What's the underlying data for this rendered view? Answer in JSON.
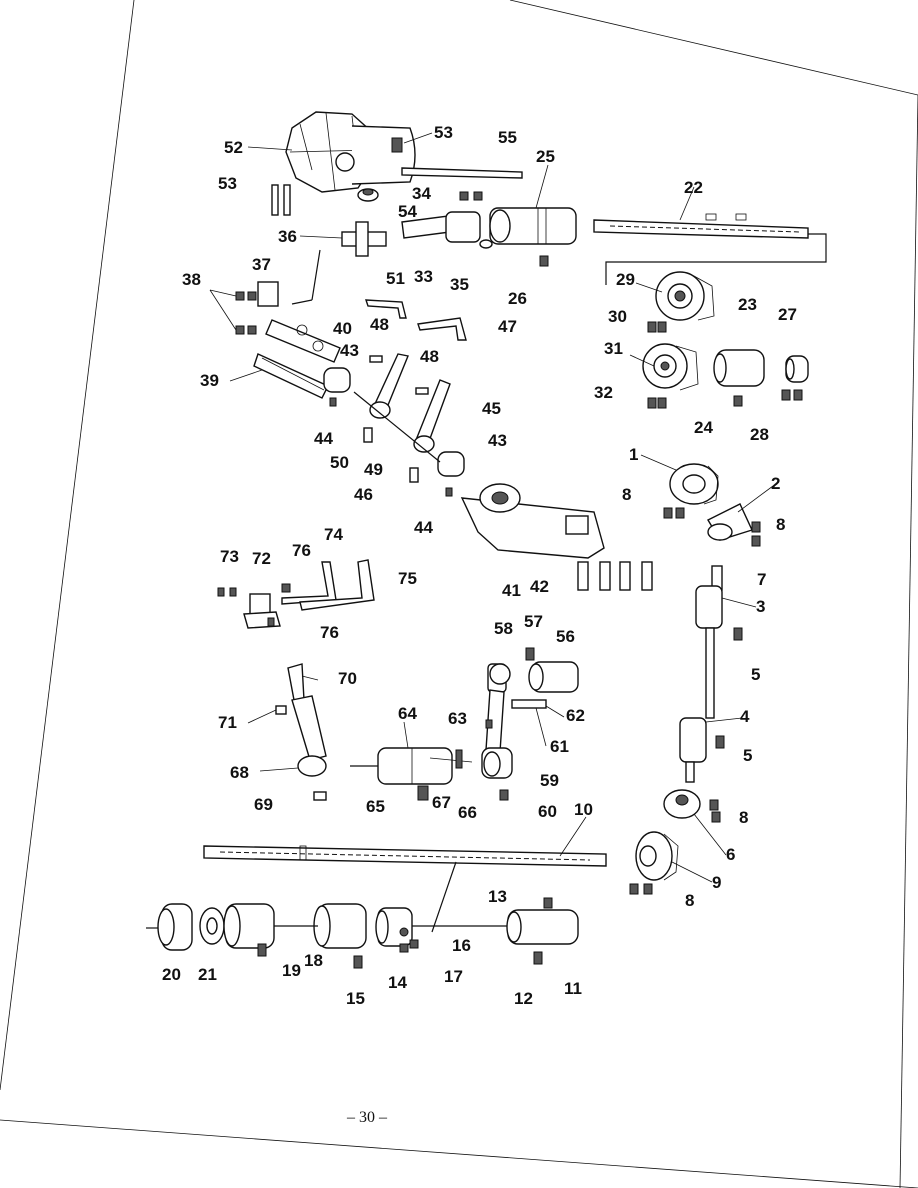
{
  "page_number": "– 30 –",
  "callouts": [
    "1",
    "2",
    "3",
    "4",
    "5",
    "6",
    "7",
    "8",
    "9",
    "10",
    "11",
    "12",
    "13",
    "14",
    "15",
    "16",
    "17",
    "18",
    "19",
    "20",
    "21",
    "22",
    "23",
    "24",
    "25",
    "26",
    "27",
    "28",
    "29",
    "30",
    "31",
    "32",
    "33",
    "34",
    "35",
    "36",
    "37",
    "38",
    "39",
    "40",
    "41",
    "42",
    "43",
    "44",
    "45",
    "46",
    "47",
    "48",
    "49",
    "50",
    "51",
    "52",
    "53",
    "54",
    "55",
    "56",
    "57",
    "58",
    "59",
    "60",
    "61",
    "62",
    "63",
    "64",
    "65",
    "66",
    "67",
    "68",
    "69",
    "70",
    "71",
    "72",
    "73",
    "74",
    "75",
    "76"
  ]
}
